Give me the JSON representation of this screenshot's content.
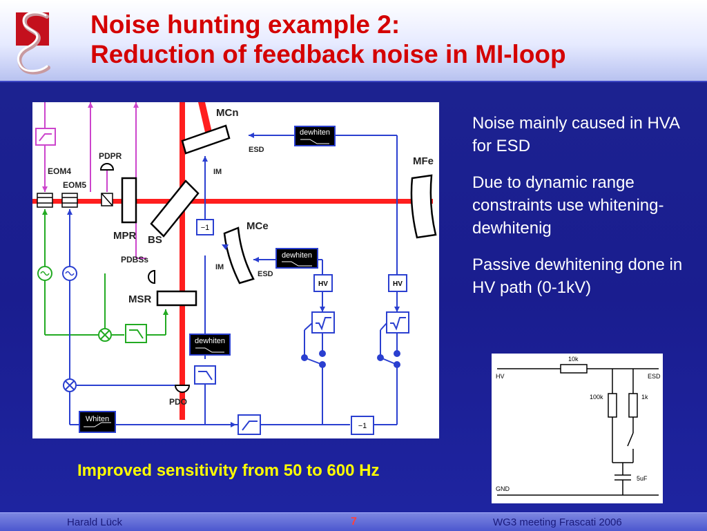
{
  "slide": {
    "title_line1": "Noise hunting example 2:",
    "title_line2": "Reduction of feedback noise in MI-loop",
    "bullets": [
      "Noise mainly caused in HVA for ESD",
      "Due to dynamic range constraints use whitening-dewhitenig",
      "Passive dewhitening done in HV path (0-1kV)"
    ],
    "caption": "Improved sensitivity from 50 to 600 Hz"
  },
  "diagram": {
    "labels": {
      "mcn": "MCn",
      "mfe": "MFe",
      "mce": "MCe",
      "pdpr": "PDPR",
      "eom4": "EOM4",
      "eom5": "EOM5",
      "mpr": "MPR",
      "bs": "BS",
      "pdbss": "PDBSs",
      "msr": "MSR",
      "pdo": "PDO",
      "esd_top": "ESD",
      "esd_mid": "ESD",
      "im_top": "IM",
      "im_mid": "IM",
      "inv1": "−1",
      "inv2": "−1",
      "hv1": "HV",
      "hv2": "HV"
    },
    "boxes": {
      "dewhiten1": "dewhiten",
      "dewhiten2": "dewhiten",
      "dewhiten3": "dewhiten",
      "whiten": "Whiten"
    }
  },
  "circuit": {
    "labels": {
      "hv": "HV",
      "esd": "ESD",
      "gnd": "GND",
      "r10k": "10k",
      "r100k": "100k",
      "r1k": "1k",
      "c5uf": "5uF"
    }
  },
  "footer": {
    "author": "Harald Lück",
    "page": "7",
    "event": "WG3 meeting Frascati 2006"
  },
  "colors": {
    "title": "#d40000",
    "background": "#1a1f94",
    "caption": "#ffff00",
    "laser": "#ff1e1e",
    "magenta_signal": "#cc44cc",
    "green_signal": "#22aa22",
    "blue_signal": "#2a3fd0"
  }
}
